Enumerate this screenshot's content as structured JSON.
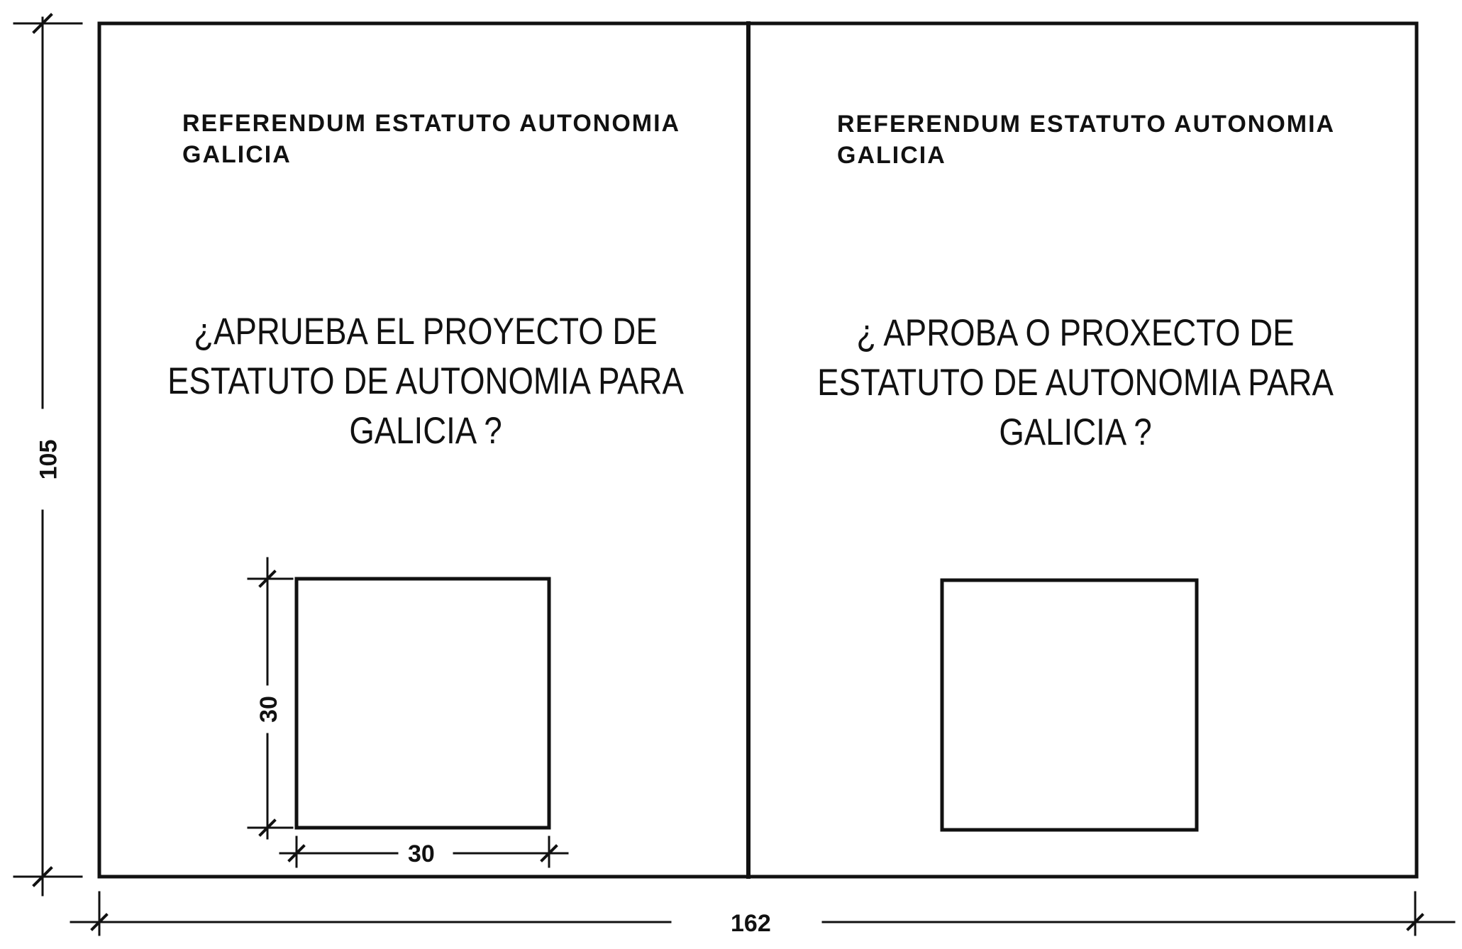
{
  "ballot_left": {
    "heading_line1": "REFERENDUM  ESTATUTO AUTONOMIA",
    "heading_line2": "GALICIA",
    "question_line1": "¿APRUEBA EL PROYECTO DE",
    "question_line2": "ESTATUTO DE AUTONOMIA PARA",
    "question_line3": "GALICIA ?"
  },
  "ballot_right": {
    "heading_line1": "REFERENDUM  ESTATUTO AUTONOMIA",
    "heading_line2": "GALICIA",
    "question_line1": "¿ APROBA O PROXECTO DE",
    "question_line2": "ESTATUTO DE AUTONOMIA PARA",
    "question_line3": "GALICIA ?"
  },
  "dimensions": {
    "overall_height": "105",
    "overall_width": "162",
    "box_height": "30",
    "box_width": "30"
  }
}
